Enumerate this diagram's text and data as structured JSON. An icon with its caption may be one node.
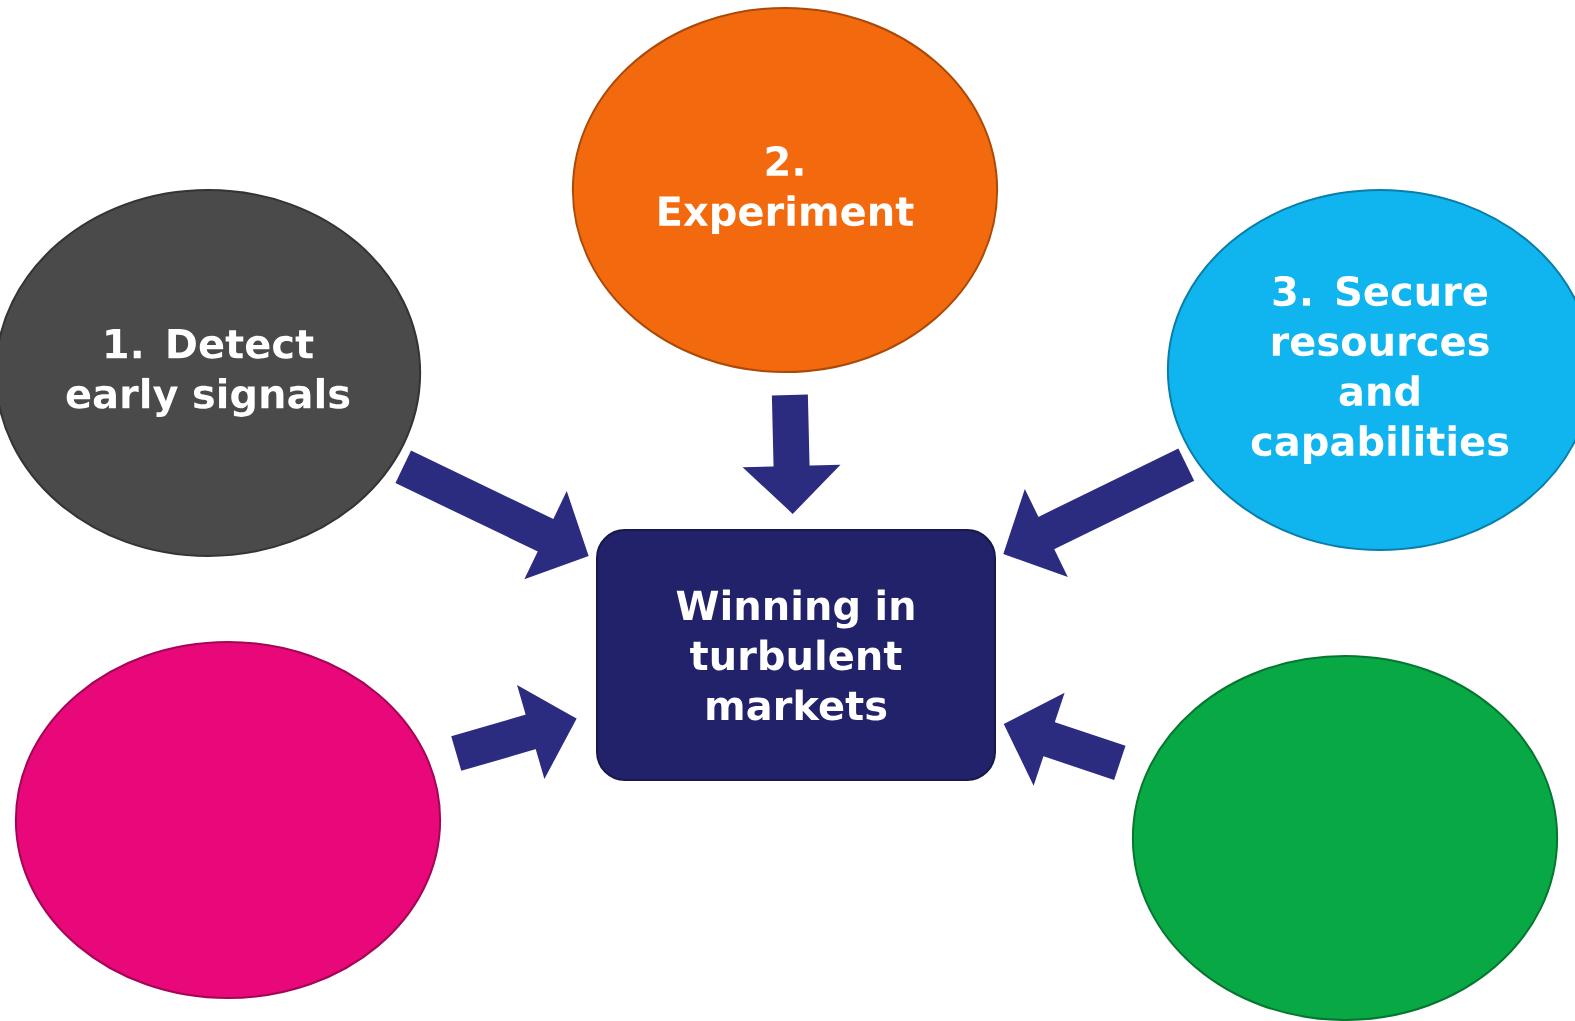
{
  "diagram": {
    "nodes": [
      {
        "text": [
          "2. Experiment"
        ]
      },
      {
        "text": [
          "1. Detect early signals"
        ]
      },
      {
        "text": [
          "3. Secure resources and capabilities"
        ]
      },
      {
        "text": [
          "Winning in turbulent markets"
        ]
      },
      {
        "text": [],
        "shape": "circle"
      },
      {
        "text": [],
        "shape": "circle"
      }
    ],
    "edges": [
      {
        "from": 0,
        "to": 3,
        "arrow": "to"
      },
      {
        "from": 1,
        "to": 3,
        "arrow": "to"
      },
      {
        "from": 2,
        "to": 3,
        "arrow": "to"
      },
      {
        "from": 4,
        "to": 3,
        "arrow": "to"
      },
      {
        "from": 5,
        "to": 3,
        "arrow": "to"
      }
    ]
  }
}
